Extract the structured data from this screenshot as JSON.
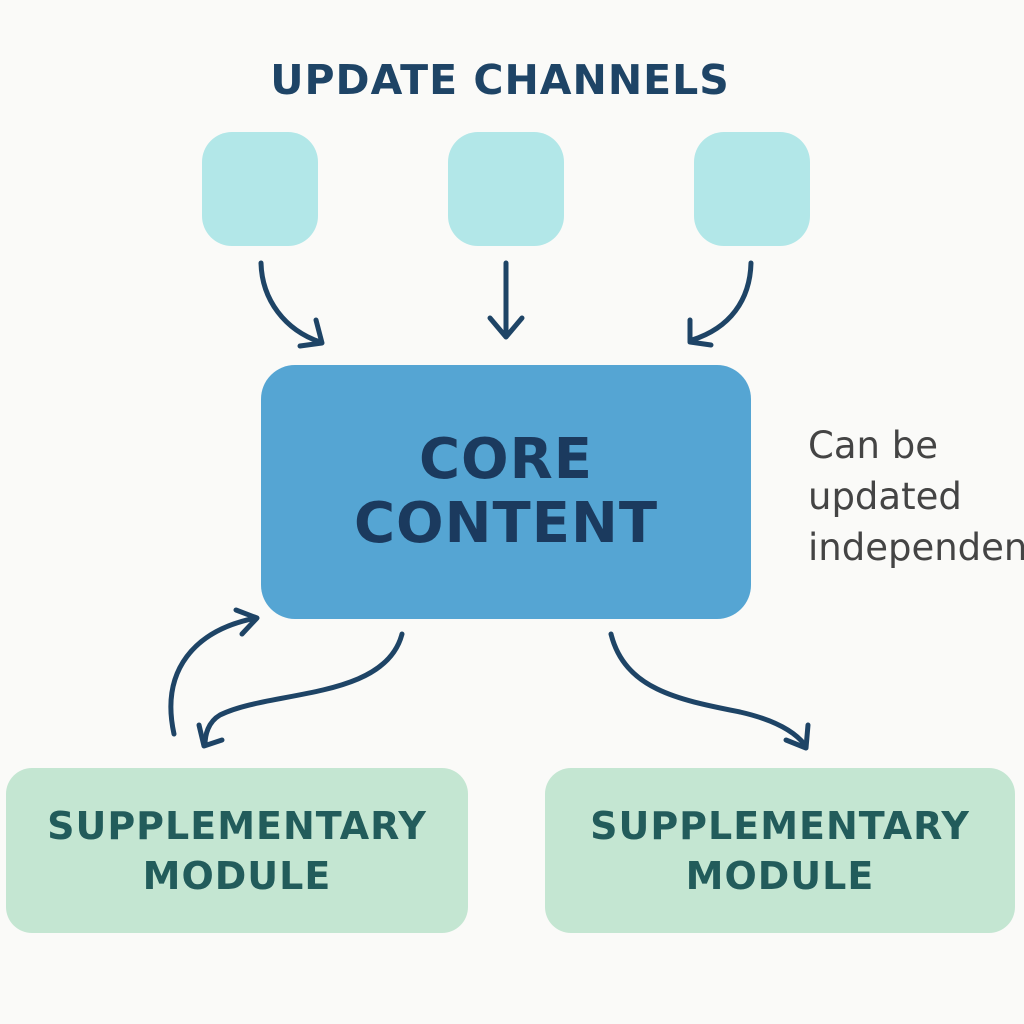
{
  "heading": "UPDATE CHANNELS",
  "channels": [
    {
      "label": ""
    },
    {
      "label": ""
    },
    {
      "label": ""
    }
  ],
  "core": {
    "line1": "CORE",
    "line2": "CONTENT"
  },
  "modules": [
    {
      "line1": "SUPPLEMENTARY",
      "line2": "MODULE"
    },
    {
      "line1": "SUPPLEMENTARY",
      "line2": "MODULE"
    }
  ],
  "note": {
    "line1": "Can be",
    "line2": "updated",
    "line3": "independently"
  },
  "colors": {
    "background": "#fafaf8",
    "heading_text": "#1e4466",
    "channel_fill": "#b2e7e8",
    "core_fill": "#55a5d3",
    "core_text": "#1b3a5e",
    "module_fill": "#c4e6d2",
    "module_text": "#225c5b",
    "note_text": "#444444",
    "arrow": "#1e4466"
  }
}
